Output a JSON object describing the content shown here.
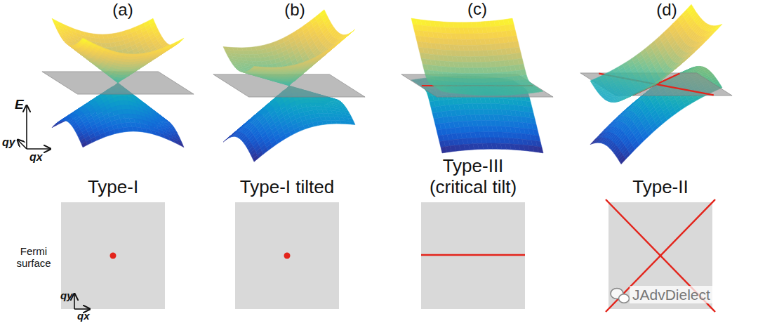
{
  "diagram": {
    "nodes": [
      {
        "text": [
          "Type-I"
        ]
      },
      {
        "text": [
          "Type-I tilted"
        ]
      },
      {
        "text": [
          "Type-III (critical tilt)"
        ]
      },
      {
        "text": [
          "Type-II"
        ]
      }
    ],
    "labels": [
      "(a)",
      "(b)",
      "(c)",
      "(d)",
      "E",
      "qy",
      "qx",
      "Fermi surface",
      "qy",
      "qx",
      "JAdvDielect"
    ]
  }
}
